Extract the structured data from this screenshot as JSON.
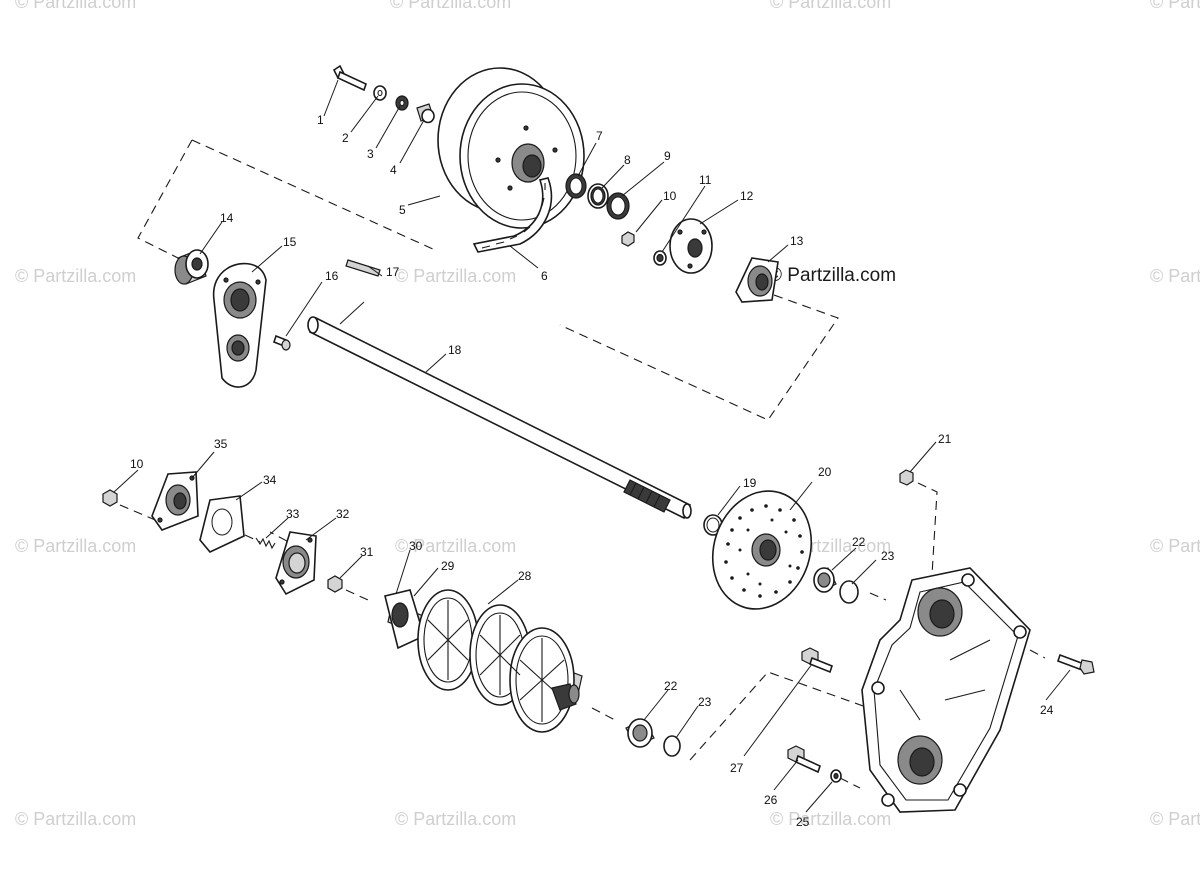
{
  "watermark": {
    "text": "© Partzilla.com",
    "main_text": "© Partzilla.com"
  },
  "callouts": [
    "1",
    "2",
    "3",
    "4",
    "5",
    "6",
    "7",
    "8",
    "9",
    "10",
    "11",
    "12",
    "13",
    "14",
    "15",
    "16",
    "17",
    "18",
    "10",
    "35",
    "34",
    "33",
    "32",
    "31",
    "30",
    "29",
    "28",
    "19",
    "20",
    "21",
    "22",
    "23",
    "22",
    "23",
    "24",
    "27",
    "26",
    "25"
  ]
}
